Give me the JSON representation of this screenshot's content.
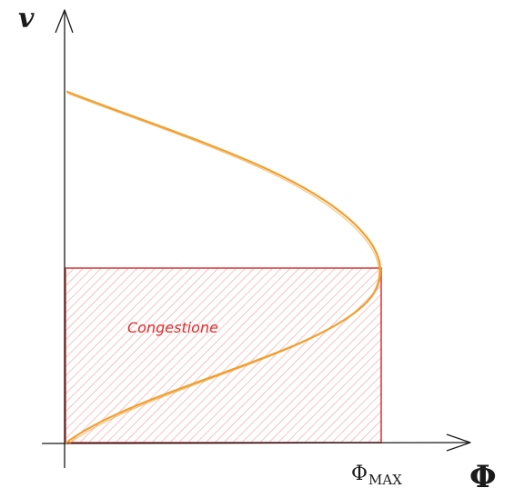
{
  "axes": {
    "y_label": "v",
    "x_label": "Φ",
    "phi_max_symbol": "Φ",
    "phi_max_subscript": "MAX"
  },
  "region": {
    "label": "Congestione"
  },
  "colors": {
    "axis": "#1a1a1a",
    "curve": "#f0a030",
    "region_stroke": "#d94141",
    "region_hatch": "#f3a3a3",
    "region_label": "#d93030"
  }
}
